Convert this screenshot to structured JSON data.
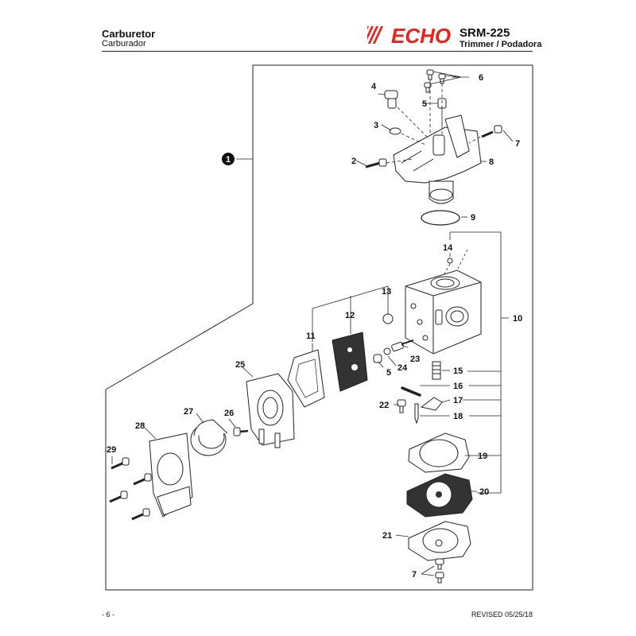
{
  "header": {
    "title": "Carburetor",
    "subtitle": "Carburador",
    "brand": "ECHO",
    "model": "SRM-225",
    "model_sub": "Trimmer / Podadora"
  },
  "footer": {
    "page": "- 6 -",
    "revised": "REVISED 05/25/18"
  },
  "colors": {
    "brand_red": "#e8221c",
    "ink": "#111111"
  },
  "callouts": {
    "c1": "1",
    "c2": "2",
    "c3": "3",
    "c4": "4",
    "c5a": "5",
    "c5b": "5",
    "c6": "6",
    "c7a": "7",
    "c7b": "7",
    "c8": "8",
    "c9": "9",
    "c10": "10",
    "c11": "11",
    "c12": "12",
    "c13": "13",
    "c14": "14",
    "c15": "15",
    "c16": "16",
    "c17": "17",
    "c18": "18",
    "c19": "19",
    "c20": "20",
    "c21": "21",
    "c22": "22",
    "c23": "23",
    "c24": "24",
    "c25": "25",
    "c26": "26",
    "c27": "27",
    "c28": "28",
    "c29": "29"
  }
}
